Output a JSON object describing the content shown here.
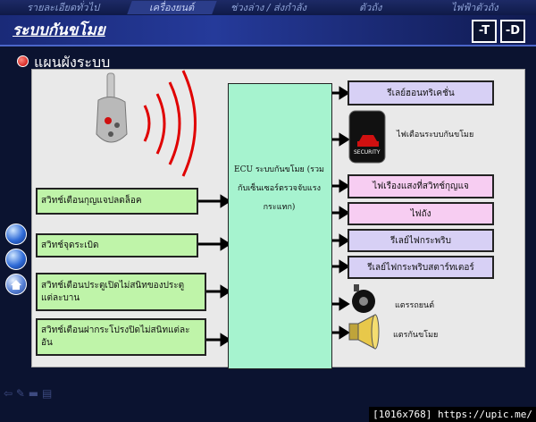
{
  "nav": {
    "tabs": [
      "รายละเอียดทั่วไป",
      "เครื่องยนต์",
      "ช่วงล่าง / ส่งกำลัง",
      "ตัวถัง",
      "ไฟฟ้าตัวถัง"
    ],
    "active_index": 1
  },
  "header": {
    "title": "ระบบกันขโมย",
    "btn_t": "-T",
    "btn_d": "-D"
  },
  "section": {
    "title": "แผนผังระบบ"
  },
  "ecu": {
    "label": "ECU ระบบกันขโมย (รวมกับเซ็นเซอร์ตรวจจับแรงกระแทก)"
  },
  "inputs": [
    "สวิทช์เตือนกุญแจปลดล็อค",
    "สวิทช์จุดระเบิด",
    "สวิทช์เตือนประตูเปิดไม่สนิทของประตูแต่ละบาน",
    "สวิทช์เตือนฝากระโปรงปิดไม่สนิทแต่ละอัน"
  ],
  "outputs": {
    "relay_horn": "รีเลย์ฮอนทริเคชั่น",
    "security_indicator": "ไฟเตือนระบบกันขโมย",
    "security_text": "SECURITY",
    "key_light": "ไฟเรืองแสงที่สวิทช์กุญแจ",
    "hazard": "ไฟถัง",
    "flasher_relay": "รีเลย์ไฟกระพริบ",
    "starter_relay": "รีเลย์ไฟกระพริบสตาร์ทเตอร์",
    "car_horn": "แตรรถยนต์",
    "security_horn": "แตรกันขโมย"
  },
  "footer": {
    "resolution": "[1016x768]",
    "url": "https://upic.me/"
  },
  "colors": {
    "ecu": "#a6f3cf",
    "input": "#bff4a9",
    "output_lavender": "#d7d0f5",
    "output_pink": "#f7cdf2",
    "wave": "#e00000"
  }
}
